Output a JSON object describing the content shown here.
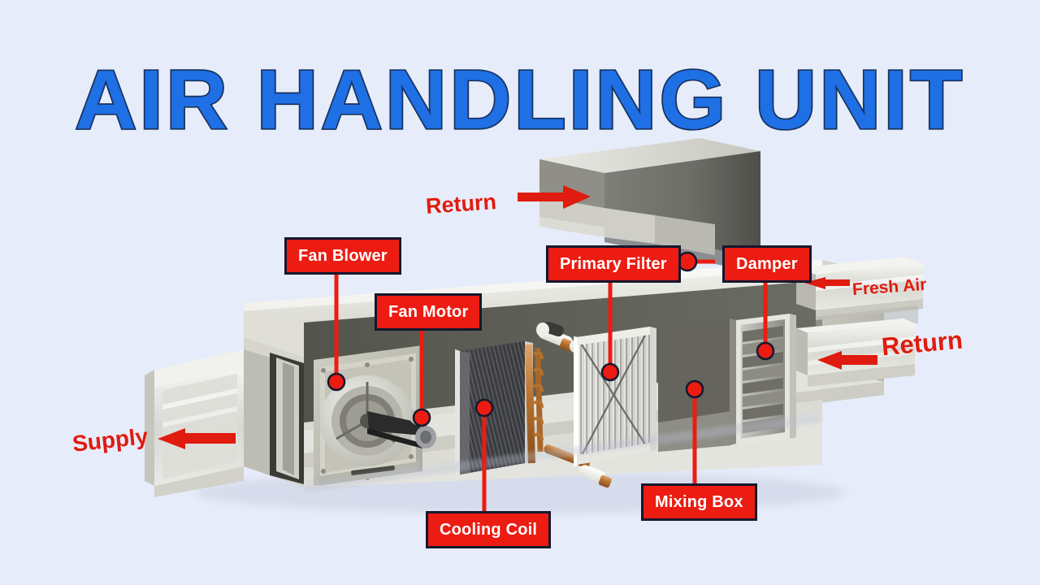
{
  "page": {
    "title": "AIR HANDLING UNIT",
    "background_color": "#e7ecfa",
    "title_color": "#1f6fe5",
    "title_outline_color": "#16325c",
    "callout_fill": "#ec1c12",
    "callout_border": "#14182e",
    "callout_text_color": "#ffffff",
    "flow_label_color": "#e01b0f"
  },
  "callouts": [
    {
      "id": "fan-blower",
      "label": "Fan Blower"
    },
    {
      "id": "fan-motor",
      "label": "Fan Motor"
    },
    {
      "id": "primary-filter",
      "label": "Primary Filter"
    },
    {
      "id": "damper",
      "label": "Damper"
    },
    {
      "id": "cooling-coil",
      "label": "Cooling Coil"
    },
    {
      "id": "mixing-box",
      "label": "Mixing Box"
    }
  ],
  "flow_labels": [
    {
      "id": "return-top",
      "label": "Return",
      "direction": "right"
    },
    {
      "id": "fresh-air",
      "label": "Fresh Air",
      "direction": "left"
    },
    {
      "id": "return-right",
      "label": "Return",
      "direction": "left"
    },
    {
      "id": "supply",
      "label": "Supply",
      "direction": "left"
    }
  ],
  "diagram": {
    "name": "air-handling-unit-cutaway",
    "components": [
      "supply-duct",
      "fan-blower",
      "fan-motor",
      "cooling-coil",
      "primary-filter",
      "mixing-box",
      "damper",
      "return-air-plenum",
      "fresh-air-intake",
      "return-air-intake"
    ]
  }
}
